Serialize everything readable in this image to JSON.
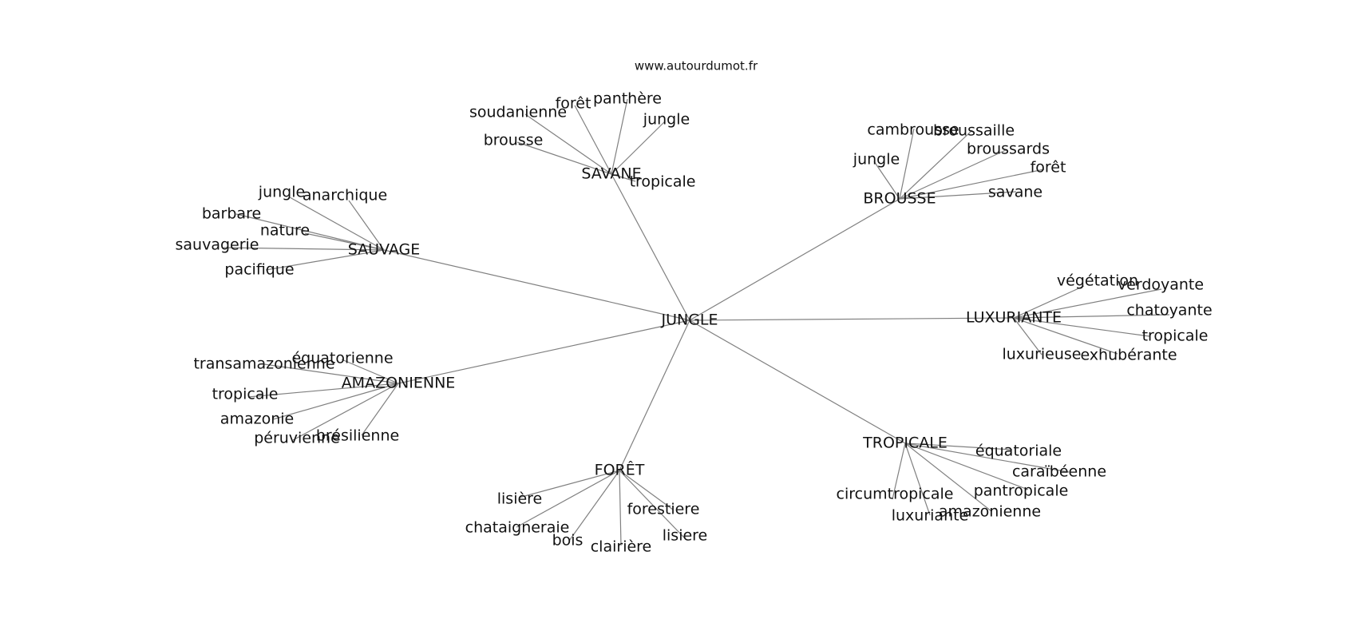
{
  "credit": "www.autourdumot.fr",
  "graph": {
    "center": "JUNGLE",
    "clusters": [
      {
        "hub": "SAVANE",
        "words": [
          "soudanienne",
          "forêt",
          "panthère",
          "jungle",
          "brousse",
          "tropicale"
        ]
      },
      {
        "hub": "BROUSSE",
        "words": [
          "cambrousse",
          "broussaille",
          "broussards",
          "forêt",
          "savane",
          "jungle"
        ]
      },
      {
        "hub": "SAUVAGE",
        "words": [
          "jungle",
          "anarchique",
          "barbare",
          "nature",
          "sauvagerie",
          "pacifique"
        ]
      },
      {
        "hub": "LUXURIANTE",
        "words": [
          "végétation",
          "verdoyante",
          "chatoyante",
          "tropicale",
          "luxurieuse",
          "exhubérante"
        ]
      },
      {
        "hub": "AMAZONIENNE",
        "words": [
          "équatorienne",
          "transamazonienne",
          "tropicale",
          "amazonie",
          "brésilienne",
          "péruvienne"
        ]
      },
      {
        "hub": "TROPICALE",
        "words": [
          "équatoriale",
          "caraïbéenne",
          "pantropicale",
          "circumtropicale",
          "amazonienne",
          "luxuriante"
        ]
      },
      {
        "hub": "FORÊT",
        "words": [
          "lisière",
          "forestiere",
          "chataigneraie",
          "bois",
          "clairière",
          "lisiere"
        ]
      }
    ]
  }
}
